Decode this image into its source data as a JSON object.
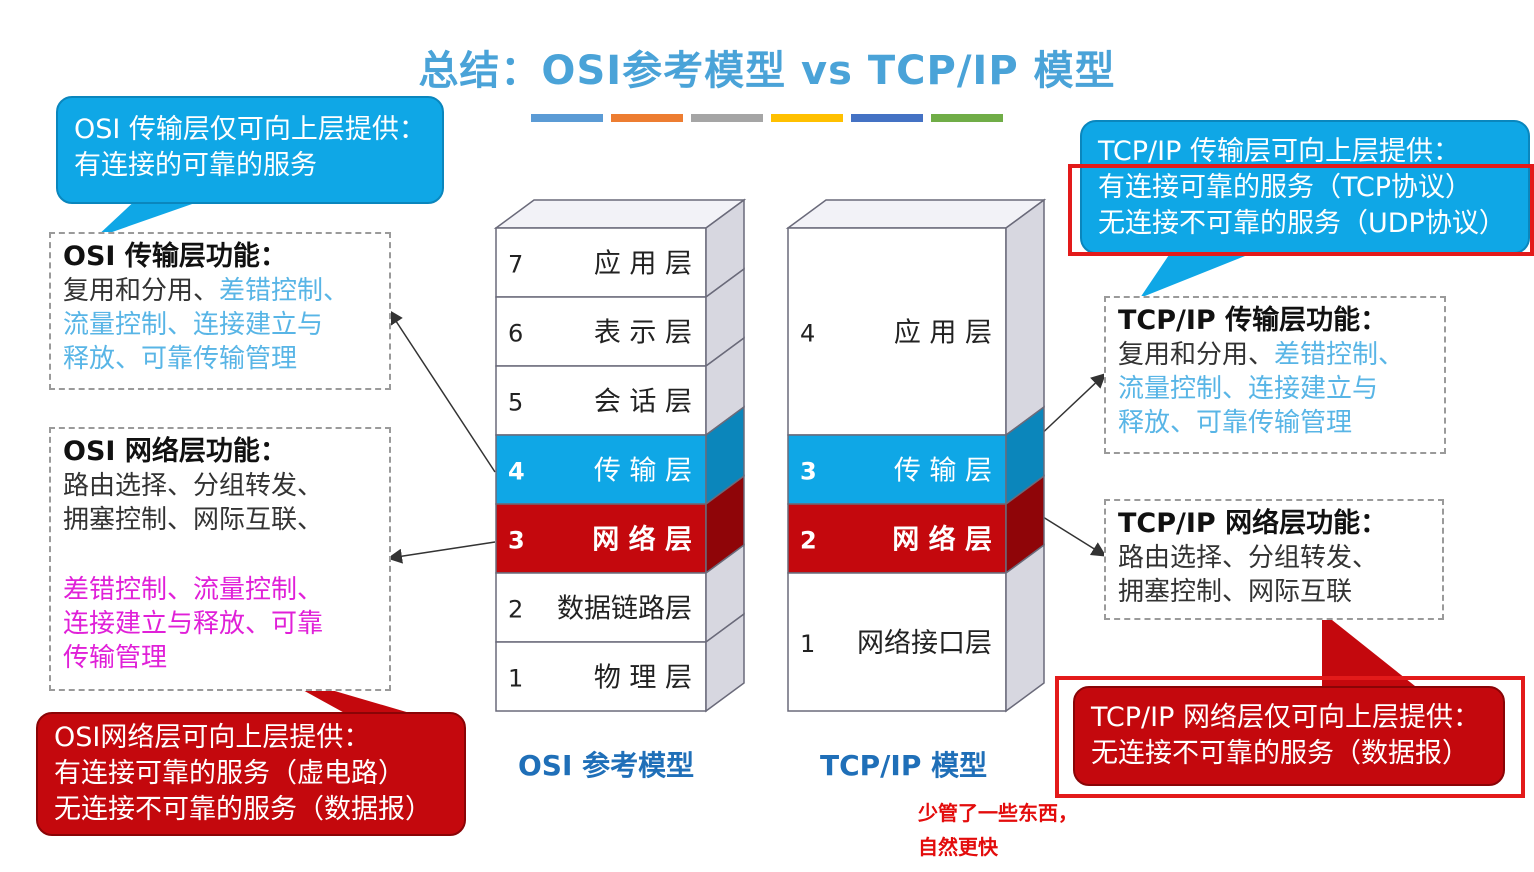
{
  "title": "总结：OSI参考模型 vs TCP/IP 模型",
  "color_bars": [
    "#5b9bd5",
    "#ed7d31",
    "#a5a5a5",
    "#ffc000",
    "#4472c4",
    "#70ad47"
  ],
  "osi_bubble_top": {
    "lines": [
      "OSI 传输层仅可向上层提供：",
      "有连接的可靠的服务"
    ]
  },
  "osi_transport_box": {
    "heading": "OSI 传输层功能：",
    "lines": [
      {
        "dark": "复用和分用、",
        "blue": "差错控制、"
      },
      {
        "dark": "",
        "blue": "流量控制、连接建立与"
      },
      {
        "dark": "",
        "blue": "释放、可靠传输管理"
      }
    ]
  },
  "osi_network_box": {
    "heading": "OSI 网络层功能：",
    "lines": [
      "路由选择、分组转发、",
      "拥塞控制、网际互联、"
    ],
    "magenta_lines": [
      "差错控制、流量控制、",
      "连接建立与释放、可靠",
      "传输管理"
    ]
  },
  "osi_bubble_bottom": {
    "lines": [
      "OSI网络层可向上层提供：",
      "有连接可靠的服务（虚电路）",
      "无连接不可靠的服务（数据报）"
    ]
  },
  "osi_stack": {
    "caption": "OSI 参考模型",
    "layers": [
      {
        "num": "7",
        "name": "应 用 层",
        "style": "white"
      },
      {
        "num": "6",
        "name": "表 示 层",
        "style": "white"
      },
      {
        "num": "5",
        "name": "会 话 层",
        "style": "white"
      },
      {
        "num": "4",
        "name": "传 输 层",
        "style": "blue"
      },
      {
        "num": "3",
        "name": "网 络 层",
        "style": "red"
      },
      {
        "num": "2",
        "name": "数据链路层",
        "style": "white"
      },
      {
        "num": "1",
        "name": "物 理 层",
        "style": "white"
      }
    ]
  },
  "tcp_stack": {
    "caption": "TCP/IP 模型",
    "layers": [
      {
        "num": "4",
        "name": "应 用 层",
        "style": "white",
        "span": 3
      },
      {
        "num": "3",
        "name": "传 输 层",
        "style": "blue",
        "span": 1
      },
      {
        "num": "2",
        "name": "网 络 层",
        "style": "red",
        "span": 1
      },
      {
        "num": "1",
        "name": "网络接口层",
        "style": "white",
        "span": 2
      }
    ]
  },
  "tcp_bubble_top": {
    "lines": [
      "TCP/IP 传输层可向上层提供：",
      "有连接可靠的服务（TCP协议）",
      "无连接不可靠的服务（UDP协议）"
    ]
  },
  "tcp_transport_box": {
    "heading": "TCP/IP 传输层功能：",
    "lines": [
      {
        "dark": "复用和分用、",
        "blue": "差错控制、"
      },
      {
        "dark": "",
        "blue": "流量控制、连接建立与"
      },
      {
        "dark": "",
        "blue": "释放、可靠传输管理"
      }
    ]
  },
  "tcp_network_box": {
    "heading": "TCP/IP 网络层功能：",
    "lines": [
      "路由选择、分组转发、",
      "拥塞控制、网际互联"
    ]
  },
  "tcp_bubble_bottom": {
    "lines": [
      "TCP/IP 网络层仅可向上层提供：",
      "无连接不可靠的服务（数据报）"
    ]
  },
  "note": {
    "lines": [
      "少管了一些东西，",
      "自然更快"
    ]
  },
  "colors": {
    "blue_layer": "#0fa7e6",
    "red_layer": "#c4080d",
    "accent_red": "#e31a1a"
  }
}
